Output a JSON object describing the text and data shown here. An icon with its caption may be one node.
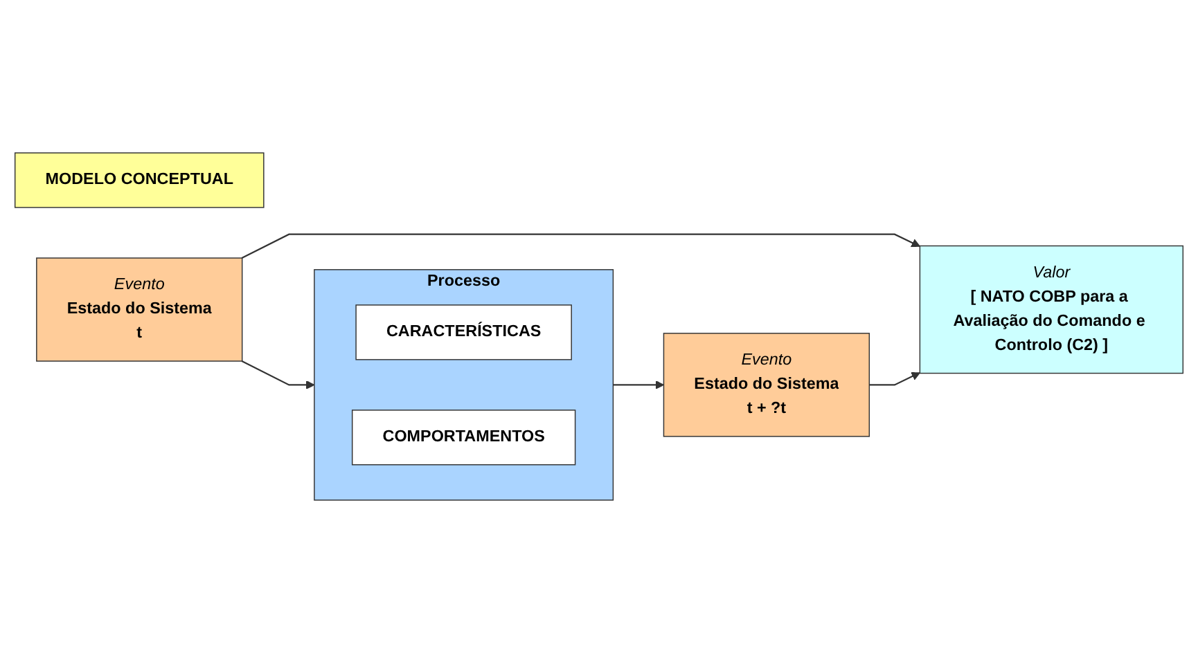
{
  "diagram": {
    "nodes": [
      {
        "text": [
          "MODELO CONCEPTUAL"
        ]
      },
      {
        "text": [
          "Evento",
          "Estado do Sistema",
          "t"
        ]
      },
      {
        "text": [
          "Processo"
        ]
      },
      {
        "text": [
          "CARACTERÍSTICAS"
        ],
        "in": 2
      },
      {
        "text": [
          "COMPORTAMENTOS"
        ],
        "in": 2
      },
      {
        "text": [
          "Evento",
          "Estado do Sistema",
          "t + ?t"
        ]
      },
      {
        "text": [
          "Valor",
          "[ NATO COBP para a Avaliação do Comando e Controlo (C2) ]"
        ]
      }
    ],
    "edges": [
      {
        "from": 1,
        "to": 2,
        "arrow": "to"
      },
      {
        "from": 2,
        "to": 5,
        "arrow": "to"
      },
      {
        "from": 1,
        "to": 6,
        "arrow": "to"
      },
      {
        "from": 5,
        "to": 6,
        "arrow": "to"
      }
    ]
  }
}
